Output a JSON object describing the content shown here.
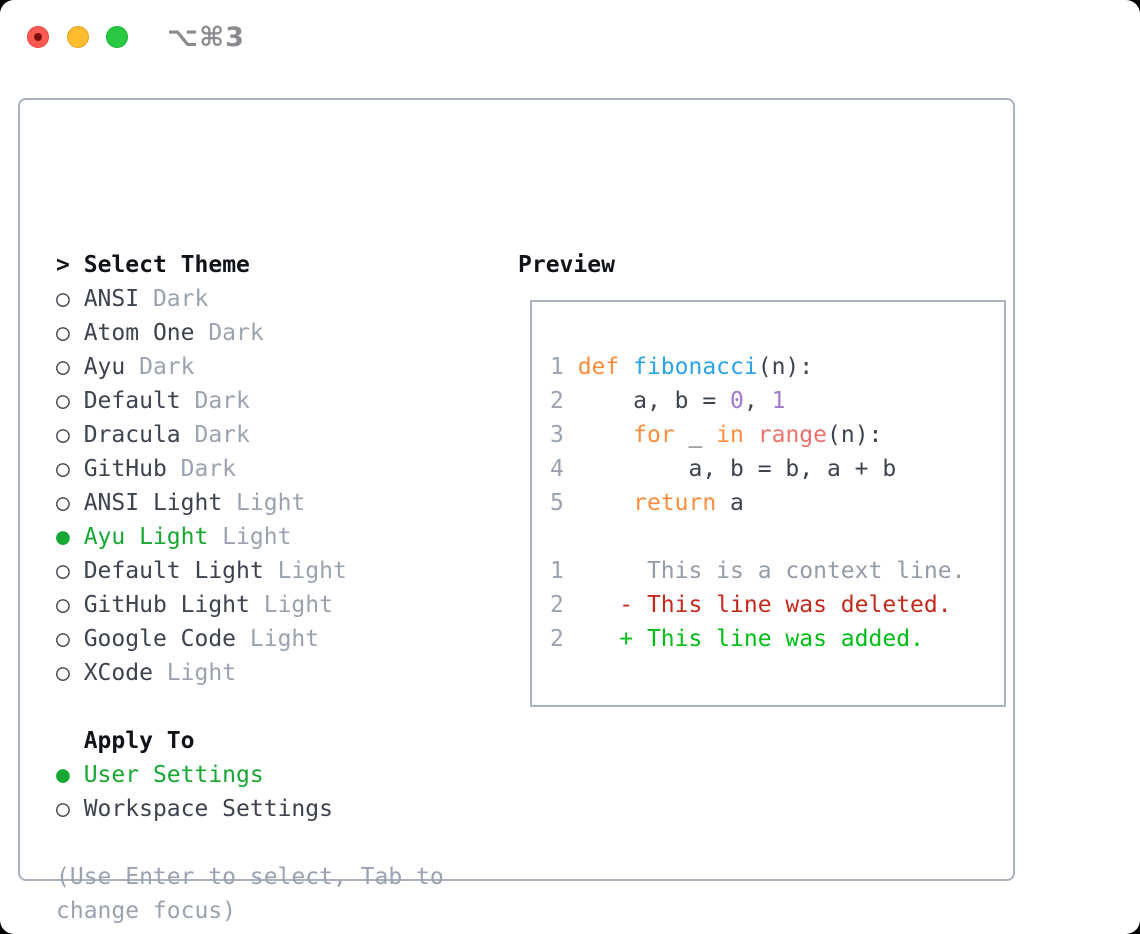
{
  "window": {
    "title": "⌥⌘3",
    "traffic_lights": [
      "close",
      "minimize",
      "zoom"
    ]
  },
  "colors": {
    "accent_selected_green": "#17a733",
    "muted_gray": "#9aa3af",
    "item_text": "#3c434e",
    "header_text": "#101418",
    "panel_border": "#a9b1bc",
    "syntax_keyword_orange": "#fa8d3e",
    "syntax_function_blue": "#2aa3e8",
    "syntax_number_purple": "#a37acc",
    "syntax_special_coral": "#f0716c",
    "diff_deleted_red": "#c42a1c",
    "diff_added_green": "#00bd17",
    "traffic_red": "#ff5a52",
    "traffic_yellow": "#febc2e",
    "traffic_green": "#28c840"
  },
  "markers": {
    "cursor": ">",
    "selected": "●",
    "unselected": "○"
  },
  "theme_list": {
    "title": "Select Theme",
    "items": [
      {
        "name": "ANSI",
        "variant": "Dark",
        "selected": false
      },
      {
        "name": "Atom One",
        "variant": "Dark",
        "selected": false
      },
      {
        "name": "Ayu",
        "variant": "Dark",
        "selected": false
      },
      {
        "name": "Default",
        "variant": "Dark",
        "selected": false
      },
      {
        "name": "Dracula",
        "variant": "Dark",
        "selected": false
      },
      {
        "name": "GitHub",
        "variant": "Dark",
        "selected": false
      },
      {
        "name": "ANSI Light",
        "variant": "Light",
        "selected": false
      },
      {
        "name": "Ayu Light",
        "variant": "Light",
        "selected": true
      },
      {
        "name": "Default Light",
        "variant": "Light",
        "selected": false
      },
      {
        "name": "GitHub Light",
        "variant": "Light",
        "selected": false
      },
      {
        "name": "Google Code",
        "variant": "Light",
        "selected": false
      },
      {
        "name": "XCode",
        "variant": "Light",
        "selected": false
      }
    ]
  },
  "apply_to": {
    "title": "Apply To",
    "items": [
      {
        "label": "User Settings",
        "selected": true
      },
      {
        "label": "Workspace Settings",
        "selected": false
      }
    ]
  },
  "hint": {
    "lines": [
      "(Use Enter to select, Tab to",
      "change focus)"
    ]
  },
  "preview": {
    "title": "Preview",
    "lines": [
      {
        "kind": "code",
        "tokens": [
          {
            "t": "1 ",
            "c": "num"
          },
          {
            "t": "def ",
            "c": "kw"
          },
          {
            "t": "fibonacci",
            "c": "fn"
          },
          {
            "t": "(n):",
            "c": "txt"
          }
        ]
      },
      {
        "kind": "code",
        "tokens": [
          {
            "t": "2 ",
            "c": "num"
          },
          {
            "t": "    a, b = ",
            "c": "txt"
          },
          {
            "t": "0",
            "c": "lit"
          },
          {
            "t": ", ",
            "c": "txt"
          },
          {
            "t": "1",
            "c": "lit"
          }
        ]
      },
      {
        "kind": "code",
        "tokens": [
          {
            "t": "3 ",
            "c": "num"
          },
          {
            "t": "    ",
            "c": "txt"
          },
          {
            "t": "for",
            "c": "kw"
          },
          {
            "t": " _ ",
            "c": "txt"
          },
          {
            "t": "in",
            "c": "kw"
          },
          {
            "t": " ",
            "c": "txt"
          },
          {
            "t": "range",
            "c": "special"
          },
          {
            "t": "(n):",
            "c": "txt"
          }
        ]
      },
      {
        "kind": "code",
        "tokens": [
          {
            "t": "4 ",
            "c": "num"
          },
          {
            "t": "        a, b = b, a + b",
            "c": "txt"
          }
        ]
      },
      {
        "kind": "code",
        "tokens": [
          {
            "t": "5 ",
            "c": "num"
          },
          {
            "t": "    ",
            "c": "txt"
          },
          {
            "t": "return",
            "c": "kw"
          },
          {
            "t": " a",
            "c": "txt"
          }
        ]
      },
      {
        "kind": "blank",
        "tokens": []
      },
      {
        "kind": "diff-context",
        "tokens": [
          {
            "t": "1 ",
            "c": "num"
          },
          {
            "t": "     This is a context line.",
            "c": "ctx"
          }
        ]
      },
      {
        "kind": "diff-deleted",
        "tokens": [
          {
            "t": "2 ",
            "c": "num"
          },
          {
            "t": "   ",
            "c": "txt"
          },
          {
            "t": "- This line was deleted.",
            "c": "del"
          }
        ]
      },
      {
        "kind": "diff-added",
        "tokens": [
          {
            "t": "2 ",
            "c": "num"
          },
          {
            "t": "   ",
            "c": "txt"
          },
          {
            "t": "+ This line was added.",
            "c": "add"
          }
        ]
      }
    ]
  }
}
